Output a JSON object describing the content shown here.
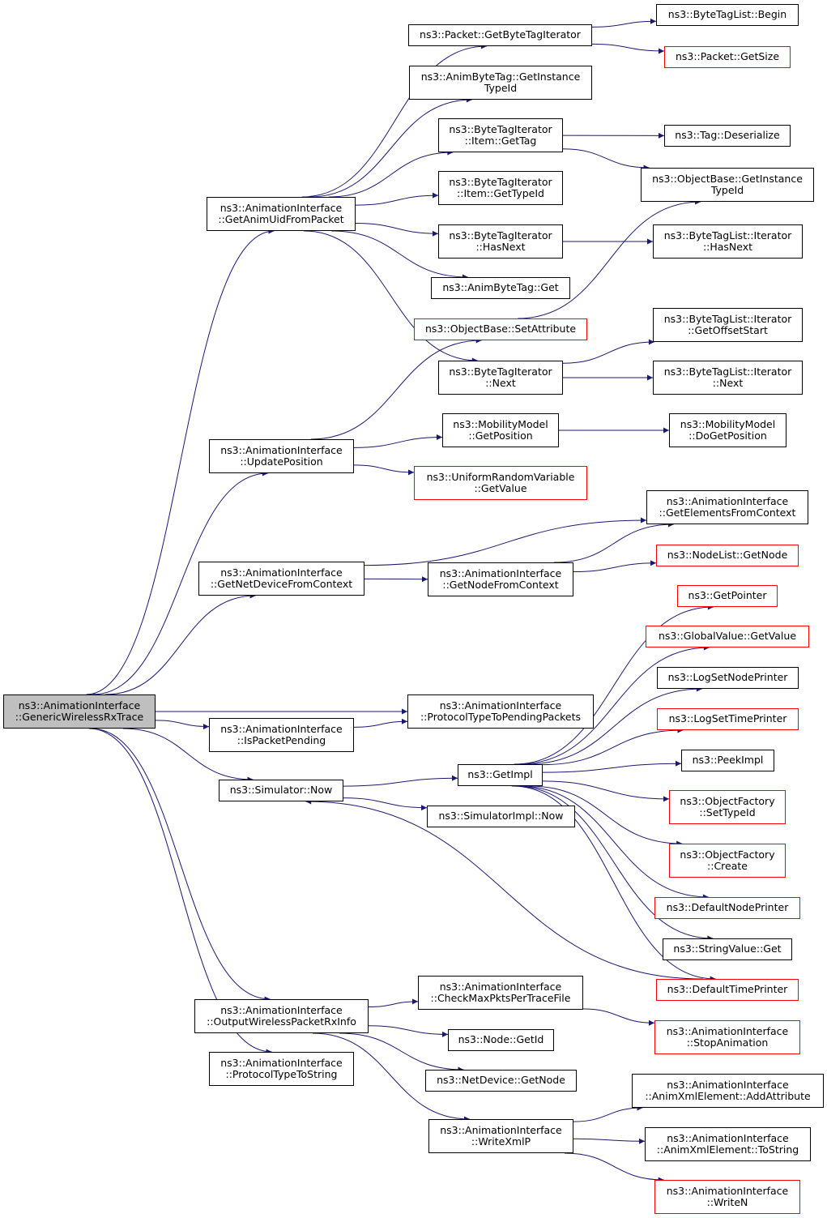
{
  "diagram": {
    "title": "",
    "colors": {
      "edge": "#191970",
      "box_border": "#000000",
      "incomplete_border": "#ff0000",
      "root_fill": "#bfbfbf"
    },
    "nodes": {
      "root": {
        "lines": [
          "ns3::AnimationInterface",
          "::GenericWirelessRxTrace"
        ],
        "style": "root"
      },
      "getAnimUid": {
        "lines": [
          "ns3::AnimationInterface",
          "::GetAnimUidFromPacket"
        ]
      },
      "updatePosition": {
        "lines": [
          "ns3::AnimationInterface",
          "::UpdatePosition"
        ]
      },
      "getNetDevice": {
        "lines": [
          "ns3::AnimationInterface",
          "::GetNetDeviceFromContext"
        ]
      },
      "isPacketPending": {
        "lines": [
          "ns3::AnimationInterface",
          "::IsPacketPending"
        ]
      },
      "simNow": {
        "lines": [
          "ns3::Simulator::Now"
        ]
      },
      "outputWireless": {
        "lines": [
          "ns3::AnimationInterface",
          "::OutputWirelessPacketRxInfo"
        ]
      },
      "protoToString": {
        "lines": [
          "ns3::AnimationInterface",
          "::ProtocolTypeToString"
        ]
      },
      "getByteTagIter": {
        "lines": [
          "ns3::Packet::GetByteTagIterator"
        ]
      },
      "animByteTagGetInstance": {
        "lines": [
          "ns3::AnimByteTag::GetInstance",
          "TypeId"
        ]
      },
      "btiItemGetTag": {
        "lines": [
          "ns3::ByteTagIterator",
          "::Item::GetTag"
        ]
      },
      "btiItemGetTypeId": {
        "lines": [
          "ns3::ByteTagIterator",
          "::Item::GetTypeId"
        ]
      },
      "btiHasNext": {
        "lines": [
          "ns3::ByteTagIterator",
          "::HasNext"
        ]
      },
      "animByteTagGet": {
        "lines": [
          "ns3::AnimByteTag::Get"
        ]
      },
      "setAttribute": {
        "lines": [
          "ns3::ObjectBase::SetAttribute"
        ],
        "style": "red"
      },
      "btiNext": {
        "lines": [
          "ns3::ByteTagIterator",
          "::Next"
        ]
      },
      "mobilityGetPos": {
        "lines": [
          "ns3::MobilityModel",
          "::GetPosition"
        ]
      },
      "uniformGetValue": {
        "lines": [
          "ns3::UniformRandomVariable",
          "::GetValue"
        ],
        "style": "red"
      },
      "getNodeFromContext": {
        "lines": [
          "ns3::AnimationInterface",
          "::GetNodeFromContext"
        ]
      },
      "protoToPending": {
        "lines": [
          "ns3::AnimationInterface",
          "::ProtocolTypeToPendingPackets"
        ]
      },
      "getImpl": {
        "lines": [
          "ns3::GetImpl"
        ]
      },
      "simImplNow": {
        "lines": [
          "ns3::SimulatorImpl::Now"
        ]
      },
      "checkMaxPkts": {
        "lines": [
          "ns3::AnimationInterface",
          "::CheckMaxPktsPerTraceFile"
        ]
      },
      "nodeGetId": {
        "lines": [
          "ns3::Node::GetId"
        ]
      },
      "netDevGetNode": {
        "lines": [
          "ns3::NetDevice::GetNode"
        ]
      },
      "writeXmlP": {
        "lines": [
          "ns3::AnimationInterface",
          "::WriteXmlP"
        ]
      },
      "btlBegin": {
        "lines": [
          "ns3::ByteTagList::Begin"
        ]
      },
      "packetGetSize": {
        "lines": [
          "ns3::Packet::GetSize"
        ],
        "style": "red"
      },
      "tagDeserialize": {
        "lines": [
          "ns3::Tag::Deserialize"
        ]
      },
      "objBaseGetInstance": {
        "lines": [
          "ns3::ObjectBase::GetInstance",
          "TypeId"
        ]
      },
      "btlIterHasNext": {
        "lines": [
          "ns3::ByteTagList::Iterator",
          "::HasNext"
        ]
      },
      "btlIterGetOffset": {
        "lines": [
          "ns3::ByteTagList::Iterator",
          "::GetOffsetStart"
        ]
      },
      "btlIterNext": {
        "lines": [
          "ns3::ByteTagList::Iterator",
          "::Next"
        ]
      },
      "mobilityDoGetPos": {
        "lines": [
          "ns3::MobilityModel",
          "::DoGetPosition"
        ]
      },
      "getElements": {
        "lines": [
          "ns3::AnimationInterface",
          "::GetElementsFromContext"
        ]
      },
      "nodeListGetNode": {
        "lines": [
          "ns3::NodeList::GetNode"
        ],
        "style": "red"
      },
      "getPointer": {
        "lines": [
          "ns3::GetPointer"
        ],
        "style": "red"
      },
      "globalValueGetValue": {
        "lines": [
          "ns3::GlobalValue::GetValue"
        ],
        "style": "red"
      },
      "logSetNodePrinter": {
        "lines": [
          "ns3::LogSetNodePrinter"
        ]
      },
      "logSetTimePrinter": {
        "lines": [
          "ns3::LogSetTimePrinter"
        ],
        "style": "red"
      },
      "peekImpl": {
        "lines": [
          "ns3::PeekImpl"
        ]
      },
      "objFactorySetTypeId": {
        "lines": [
          "ns3::ObjectFactory",
          "::SetTypeId"
        ],
        "style": "red"
      },
      "objFactoryCreate": {
        "lines": [
          "ns3::ObjectFactory",
          "::Create"
        ],
        "style": "red"
      },
      "defaultNodePrinter": {
        "lines": [
          "ns3::DefaultNodePrinter"
        ],
        "style": "red"
      },
      "stringValueGet": {
        "lines": [
          "ns3::StringValue::Get"
        ]
      },
      "defaultTimePrinter": {
        "lines": [
          "ns3::DefaultTimePrinter"
        ],
        "style": "red"
      },
      "stopAnimation": {
        "lines": [
          "ns3::AnimationInterface",
          "::StopAnimation"
        ],
        "style": "red"
      },
      "addAttribute": {
        "lines": [
          "ns3::AnimationInterface",
          "::AnimXmlElement::AddAttribute"
        ]
      },
      "animXmlToString": {
        "lines": [
          "ns3::AnimationInterface",
          "::AnimXmlElement::ToString"
        ]
      },
      "writeN": {
        "lines": [
          "ns3::AnimationInterface",
          "::WriteN"
        ],
        "style": "red"
      }
    },
    "edges": [
      [
        "root",
        "getAnimUid"
      ],
      [
        "root",
        "updatePosition"
      ],
      [
        "root",
        "getNetDevice"
      ],
      [
        "root",
        "protoToPending"
      ],
      [
        "root",
        "isPacketPending"
      ],
      [
        "root",
        "simNow"
      ],
      [
        "root",
        "outputWireless"
      ],
      [
        "root",
        "protoToString"
      ],
      [
        "getAnimUid",
        "getByteTagIter"
      ],
      [
        "getAnimUid",
        "animByteTagGetInstance"
      ],
      [
        "getAnimUid",
        "btiItemGetTag"
      ],
      [
        "getAnimUid",
        "btiItemGetTypeId"
      ],
      [
        "getAnimUid",
        "btiHasNext"
      ],
      [
        "getAnimUid",
        "animByteTagGet"
      ],
      [
        "getAnimUid",
        "btiNext"
      ],
      [
        "getByteTagIter",
        "btlBegin"
      ],
      [
        "getByteTagIter",
        "packetGetSize"
      ],
      [
        "btiItemGetTag",
        "tagDeserialize"
      ],
      [
        "btiItemGetTag",
        "objBaseGetInstance"
      ],
      [
        "btiHasNext",
        "btlIterHasNext"
      ],
      [
        "setAttribute",
        "objBaseGetInstance"
      ],
      [
        "btiNext",
        "btlIterGetOffset"
      ],
      [
        "btiNext",
        "btlIterNext"
      ],
      [
        "updatePosition",
        "setAttribute"
      ],
      [
        "updatePosition",
        "mobilityGetPos"
      ],
      [
        "updatePosition",
        "uniformGetValue"
      ],
      [
        "mobilityGetPos",
        "mobilityDoGetPos"
      ],
      [
        "getNetDevice",
        "getElements"
      ],
      [
        "getNetDevice",
        "getNodeFromContext"
      ],
      [
        "getNodeFromContext",
        "getElements"
      ],
      [
        "getNodeFromContext",
        "nodeListGetNode"
      ],
      [
        "isPacketPending",
        "protoToPending"
      ],
      [
        "simNow",
        "getImpl"
      ],
      [
        "simNow",
        "simImplNow"
      ],
      [
        "getImpl",
        "getPointer"
      ],
      [
        "getImpl",
        "globalValueGetValue"
      ],
      [
        "getImpl",
        "logSetNodePrinter"
      ],
      [
        "getImpl",
        "logSetTimePrinter"
      ],
      [
        "getImpl",
        "peekImpl"
      ],
      [
        "getImpl",
        "objFactorySetTypeId"
      ],
      [
        "getImpl",
        "objFactoryCreate"
      ],
      [
        "getImpl",
        "defaultNodePrinter"
      ],
      [
        "getImpl",
        "stringValueGet"
      ],
      [
        "getImpl",
        "defaultTimePrinter"
      ],
      [
        "defaultTimePrinter",
        "simNow"
      ],
      [
        "outputWireless",
        "checkMaxPkts"
      ],
      [
        "outputWireless",
        "nodeGetId"
      ],
      [
        "outputWireless",
        "netDevGetNode"
      ],
      [
        "outputWireless",
        "writeXmlP"
      ],
      [
        "checkMaxPkts",
        "stopAnimation"
      ],
      [
        "writeXmlP",
        "addAttribute"
      ],
      [
        "writeXmlP",
        "animXmlToString"
      ],
      [
        "writeXmlP",
        "writeN"
      ]
    ]
  }
}
